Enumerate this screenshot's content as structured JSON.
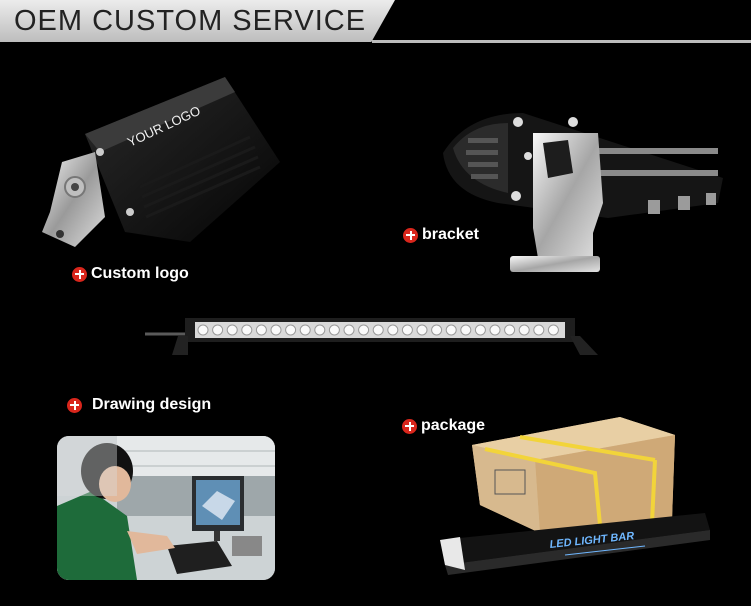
{
  "header": {
    "title": "OEM CUSTOM SERVICE"
  },
  "labels": {
    "custom_logo": "Custom logo",
    "bracket": "bracket",
    "drawing_design": "Drawing design",
    "package": "package"
  },
  "product": {
    "logo_text": "YOUR LOGO",
    "box_text": "LED LIGHT BAR"
  },
  "colors": {
    "accent": "#d9261c",
    "header_bg": "#d6d6d6",
    "background": "#000000"
  }
}
